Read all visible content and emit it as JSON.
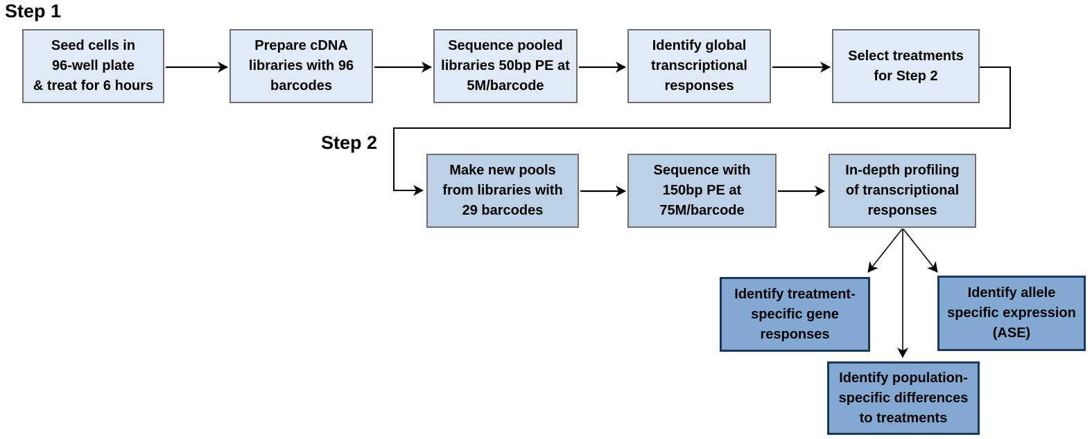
{
  "labels": {
    "step1": "Step 1",
    "step2": "Step 2"
  },
  "step1_boxes": [
    {
      "label": "Seed cells in\n96-well plate\n& treat for 6 hours"
    },
    {
      "label": "Prepare cDNA\nlibraries with 96\nbarcodes"
    },
    {
      "label": "Sequence pooled\nlibraries 50bp PE at\n5M/barcode"
    },
    {
      "label": "Identify global\ntranscriptional\nresponses"
    },
    {
      "label": "Select treatments\nfor Step 2"
    }
  ],
  "step2_boxes": [
    {
      "label": "Make new pools\nfrom libraries with\n29 barcodes"
    },
    {
      "label": "Sequence with\n150bp PE at\n75M/barcode"
    },
    {
      "label": "In-depth profiling\nof transcriptional\nresponses"
    }
  ],
  "outcome_boxes": [
    {
      "label": "Identify treatment-\nspecific gene\nresponses"
    },
    {
      "label": "Identify allele\nspecific expression\n(ASE)"
    },
    {
      "label": "Identify population-\nspecific differences\nto treatments"
    }
  ],
  "colors": {
    "background": "#ffffff",
    "step1_box_fill": "#e1ebf7",
    "step2_box_fill": "#bcd1e5",
    "outcome_box_fill": "#82a9d2",
    "box_border": "#6e6e6e",
    "outcome_box_border": "#17375e",
    "arrow": "#000000",
    "text": "#000000"
  }
}
